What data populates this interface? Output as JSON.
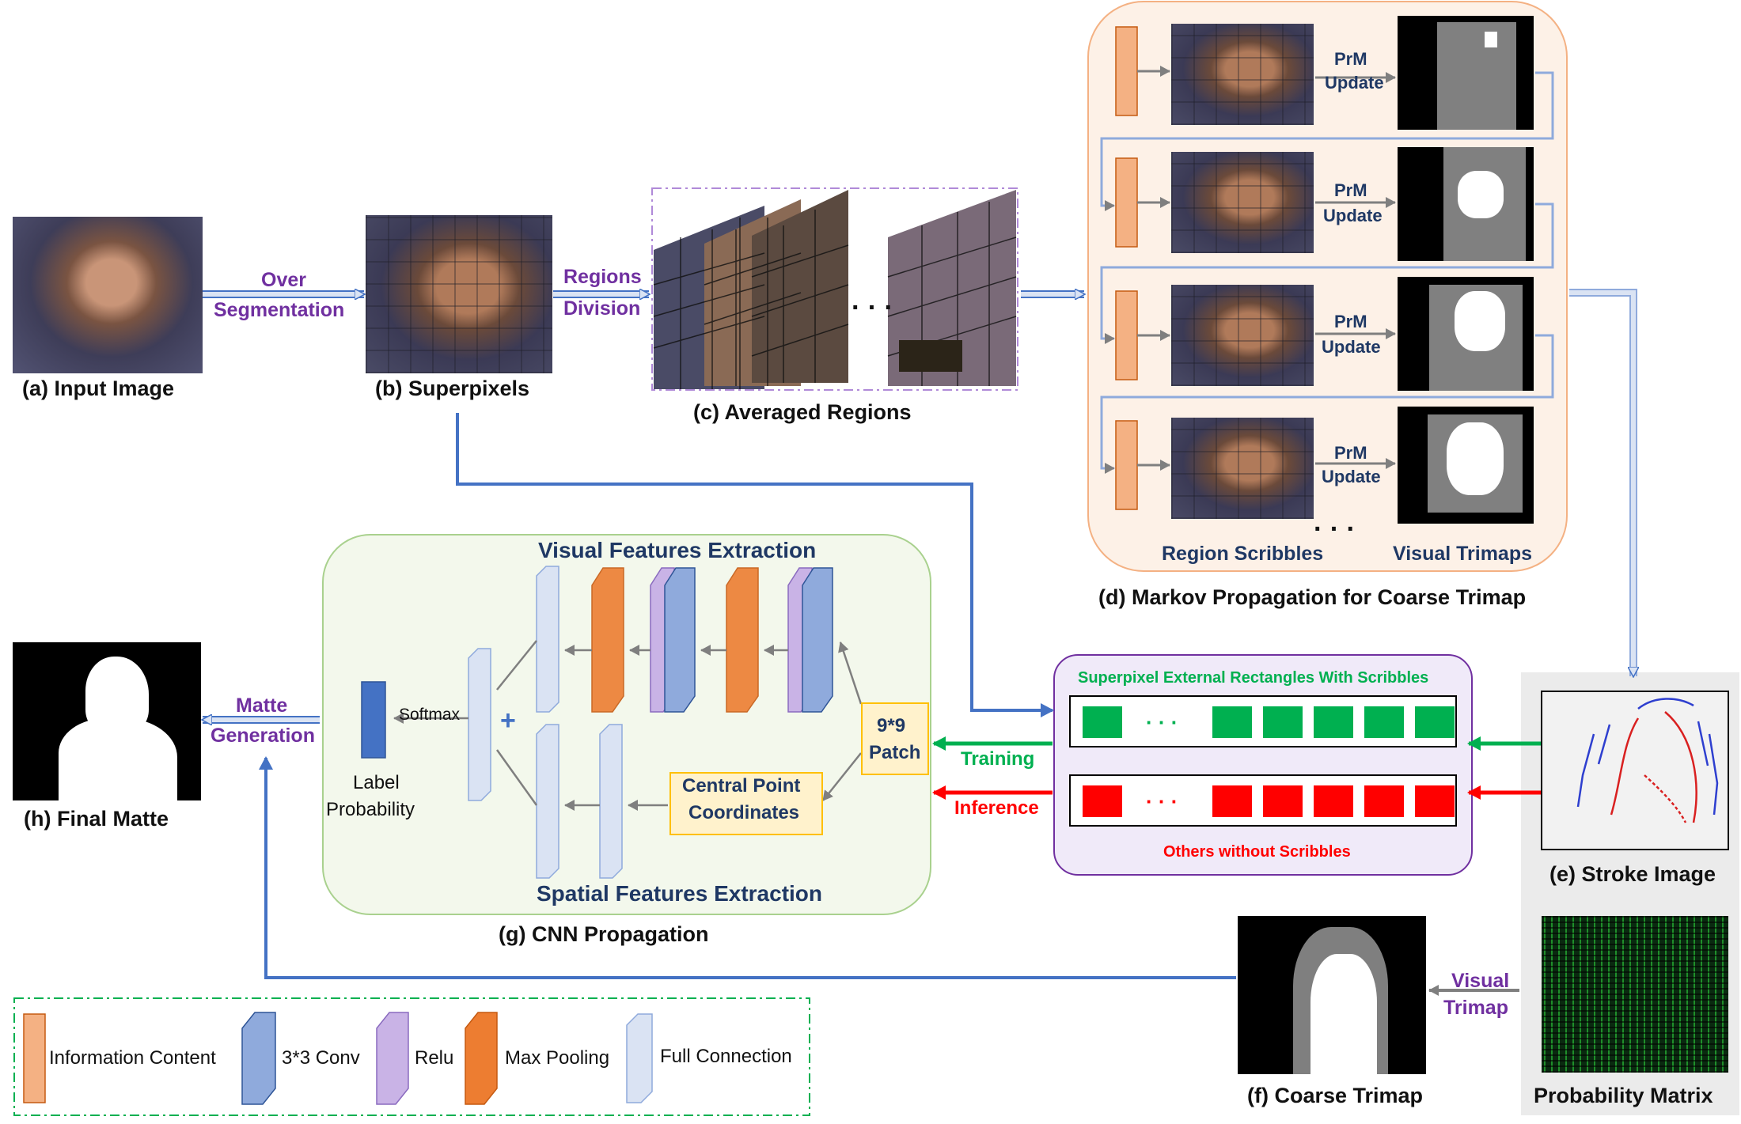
{
  "captions": {
    "input_image": "(a) Input Image",
    "superpixels": "(b) Superpixels",
    "averaged_regions": "(c) Averaged Regions",
    "markov": "(d) Markov Propagation for Coarse Trimap",
    "stroke_image": "(e) Stroke Image",
    "coarse_trimap": "(f) Coarse Trimap",
    "cnn_propagation": "(g) CNN Propagation",
    "final_matte": "(h) Final Matte",
    "probability_matrix": "Probability Matrix"
  },
  "arrows": {
    "over": "Over",
    "segmentation": "Segmentation",
    "regions": "Regions",
    "division": "Division",
    "matte": "Matte",
    "generation": "Generation",
    "visual": "Visual",
    "trimap": "Trimap",
    "training": "Training",
    "inference": "Inference",
    "ellipsis": "· · ·"
  },
  "markov": {
    "prm": "PrM",
    "update": "Update",
    "region_scribbles": "Region Scribbles",
    "visual_trimaps": "Visual Trimaps",
    "ellipsis": "· · ·"
  },
  "cnn": {
    "visual_features": "Visual Features Extraction",
    "spatial_features": "Spatial Features Extraction",
    "softmax": "Softmax",
    "label": "Label",
    "probability": "Probability",
    "patch_line1": "9*9",
    "patch_line2": "Patch",
    "central_line1": "Central Point",
    "central_line2": "Coordinates",
    "plus": "+"
  },
  "rectangles": {
    "title": "Superpixel External Rectangles With Scribbles",
    "footer": "Others without Scribbles",
    "dots": "· · ·"
  },
  "legend": {
    "information_content": "Information Content",
    "conv": "3*3 Conv",
    "relu": "Relu",
    "max_pooling": "Max Pooling",
    "full_connection": "Full Connection"
  },
  "colors": {
    "orange": "#f4b183",
    "orange_dark": "#ed7d31",
    "conv_blue": "#8faadc",
    "relu_purple": "#c9b3e6",
    "fc_blue": "#dae3f3",
    "flow_blue": "#4472c4",
    "green": "#00b050",
    "red": "#ff0000",
    "label_purple": "#7030a0",
    "label_navy": "#1f3864"
  }
}
